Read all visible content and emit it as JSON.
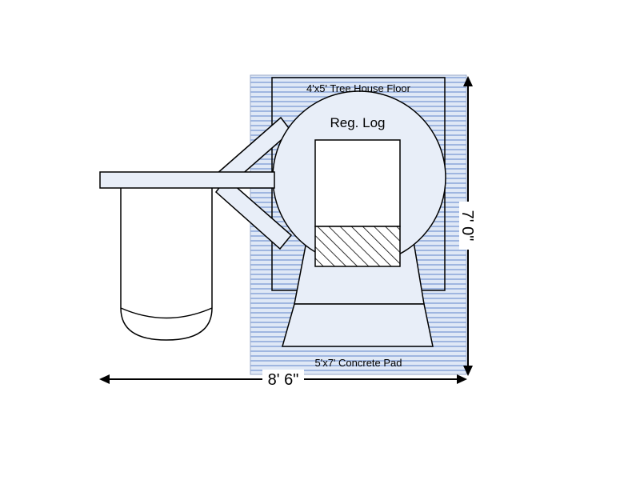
{
  "diagram": {
    "labels": {
      "tree_house_floor": "4'x5' Tree House Floor",
      "log": "Reg. Log",
      "concrete_pad": "5'x7' Concrete Pad",
      "width_dimension": "8' 6\"",
      "height_dimension": "7' 0\""
    },
    "colors": {
      "pad_fill": "#cfdcf0",
      "pad_stripe": "#8fa8d8",
      "shape_fill": "#e8eef8",
      "stroke": "#000000",
      "background": "#ffffff"
    }
  }
}
